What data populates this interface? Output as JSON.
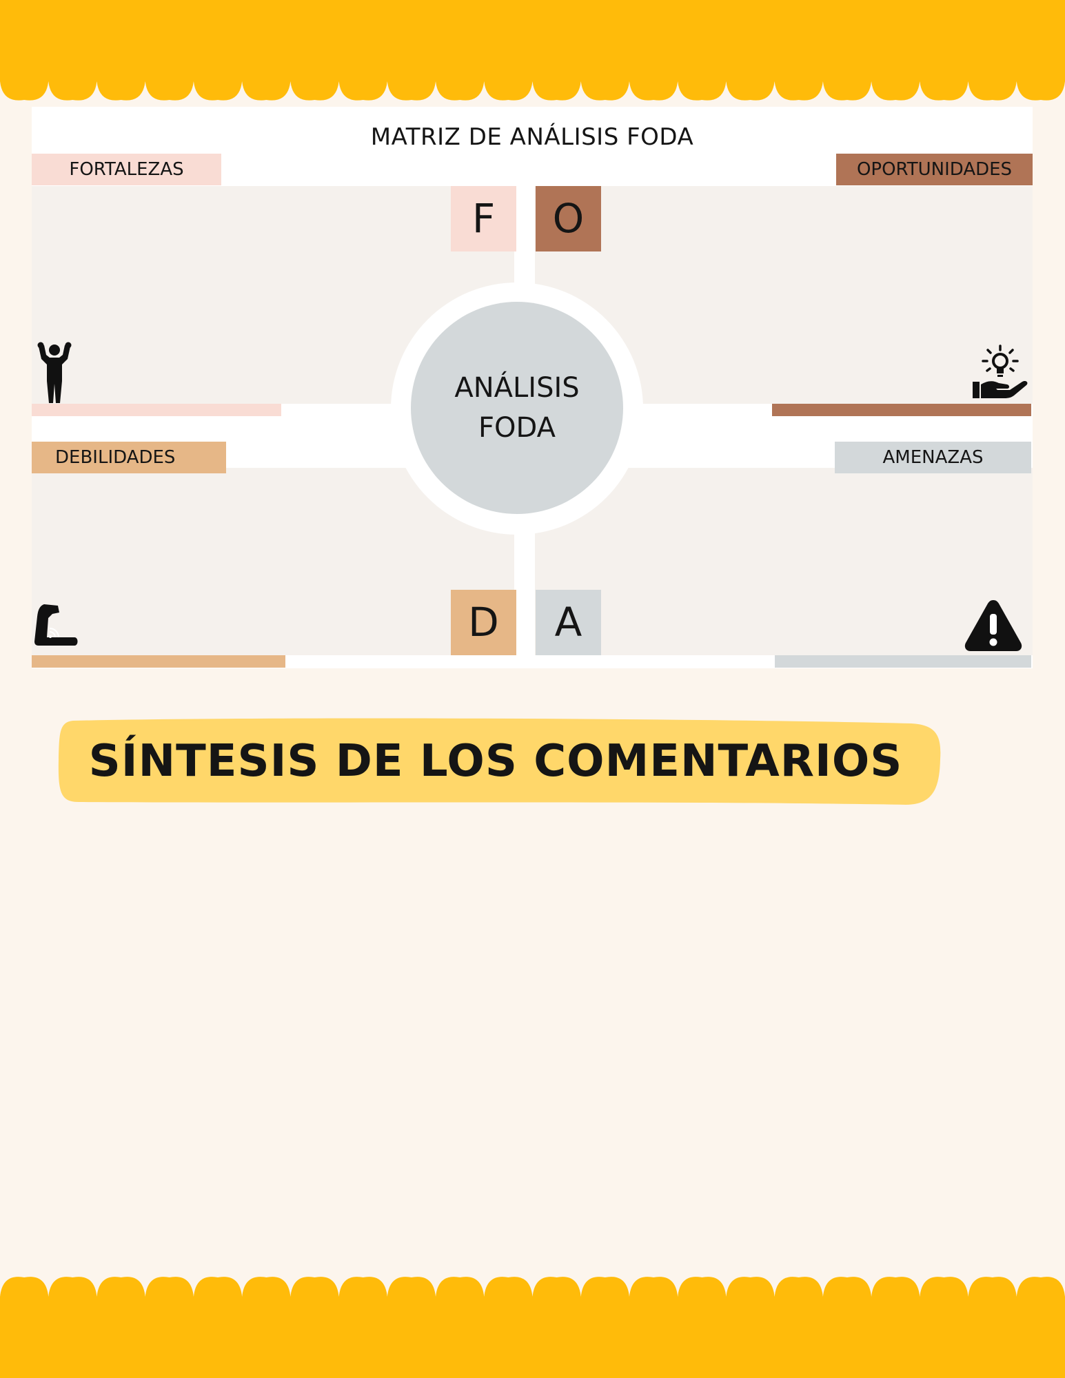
{
  "matrix": {
    "title": "MATRIZ DE ANÁLISIS FODA",
    "center": {
      "line1": "ANÁLISIS",
      "line2": "FODA"
    },
    "quadrants": {
      "fortalezas": {
        "label": "FORTALEZAS",
        "letter": "F",
        "color": "#f9dcd4",
        "icon": "flexing-man-icon"
      },
      "oportunidades": {
        "label": "OPORTUNIDADES",
        "letter": "O",
        "color": "#b07456",
        "icon": "hand-lightbulb-icon"
      },
      "debilidades": {
        "label": "DEBILIDADES",
        "letter": "D",
        "color": "#e6b787",
        "icon": "weak-arm-icon"
      },
      "amenazas": {
        "label": "AMENAZAS",
        "letter": "A",
        "color": "#d3d8da",
        "icon": "warning-triangle-icon"
      }
    }
  },
  "summary": {
    "heading": "SÍNTESIS DE LOS COMENTARIOS"
  },
  "colors": {
    "border_yellow": "#ffbb0a",
    "background": "#fcf5ed",
    "banner": "#ffd76a",
    "quadrant_fill": "#f5f1ed"
  }
}
